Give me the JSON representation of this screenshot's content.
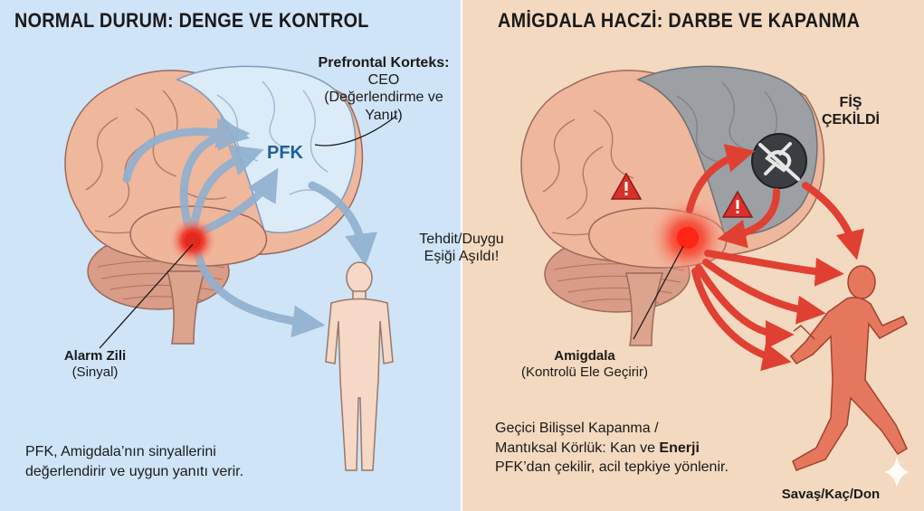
{
  "left": {
    "title": "NORMAL DURUM: DENGE VE KONTROL",
    "pfc_heading": "Prefrontal Korteks:",
    "pfc_role": "CEO",
    "pfc_detail_1": "(Değerlendirme ve",
    "pfc_detail_2": "Yanıt)",
    "pfk": "PFK",
    "alarm_title": "Alarm Zili",
    "alarm_sub": "(Sinyal)",
    "caption_1": "PFK, Amigdala’nın sinyallerini",
    "caption_2": "değerlendirir ve uygun yanıtı verir."
  },
  "center": {
    "threshold_1": "Tehdit/Duygu",
    "threshold_2": "Eşiği Aşıldı!"
  },
  "right": {
    "title": "AMİGDALA HACZİ: DARBE VE KAPANMA",
    "unplug_1": "FİŞ",
    "unplug_2": "ÇEKİLDİ",
    "amygdala_title": "Amigdala",
    "amygdala_sub": "(Kontrolü Ele Geçirir)",
    "caption_1": "Geçici Bilişsel Kapanma /",
    "caption_2a": "Mantıksal Körlük: Kan ve ",
    "caption_2b": "Enerji",
    "caption_3": "PFK’dan çekilir, acil tepkiye yönlenir.",
    "response": "Savaş/Kaç/Don"
  },
  "colors": {
    "left_bg": "#cfe4f6",
    "right_bg": "#f3d9bf",
    "brain_pink": "#efb79c",
    "pfc_blue": "#dcebf8",
    "pfc_gray": "#9c9fa3",
    "alarm_red": "#e02a1f",
    "accent_blue": "#1f5f9a"
  },
  "icons": [
    "warning-triangle-icon",
    "unplug-icon",
    "sparkle-icon"
  ]
}
